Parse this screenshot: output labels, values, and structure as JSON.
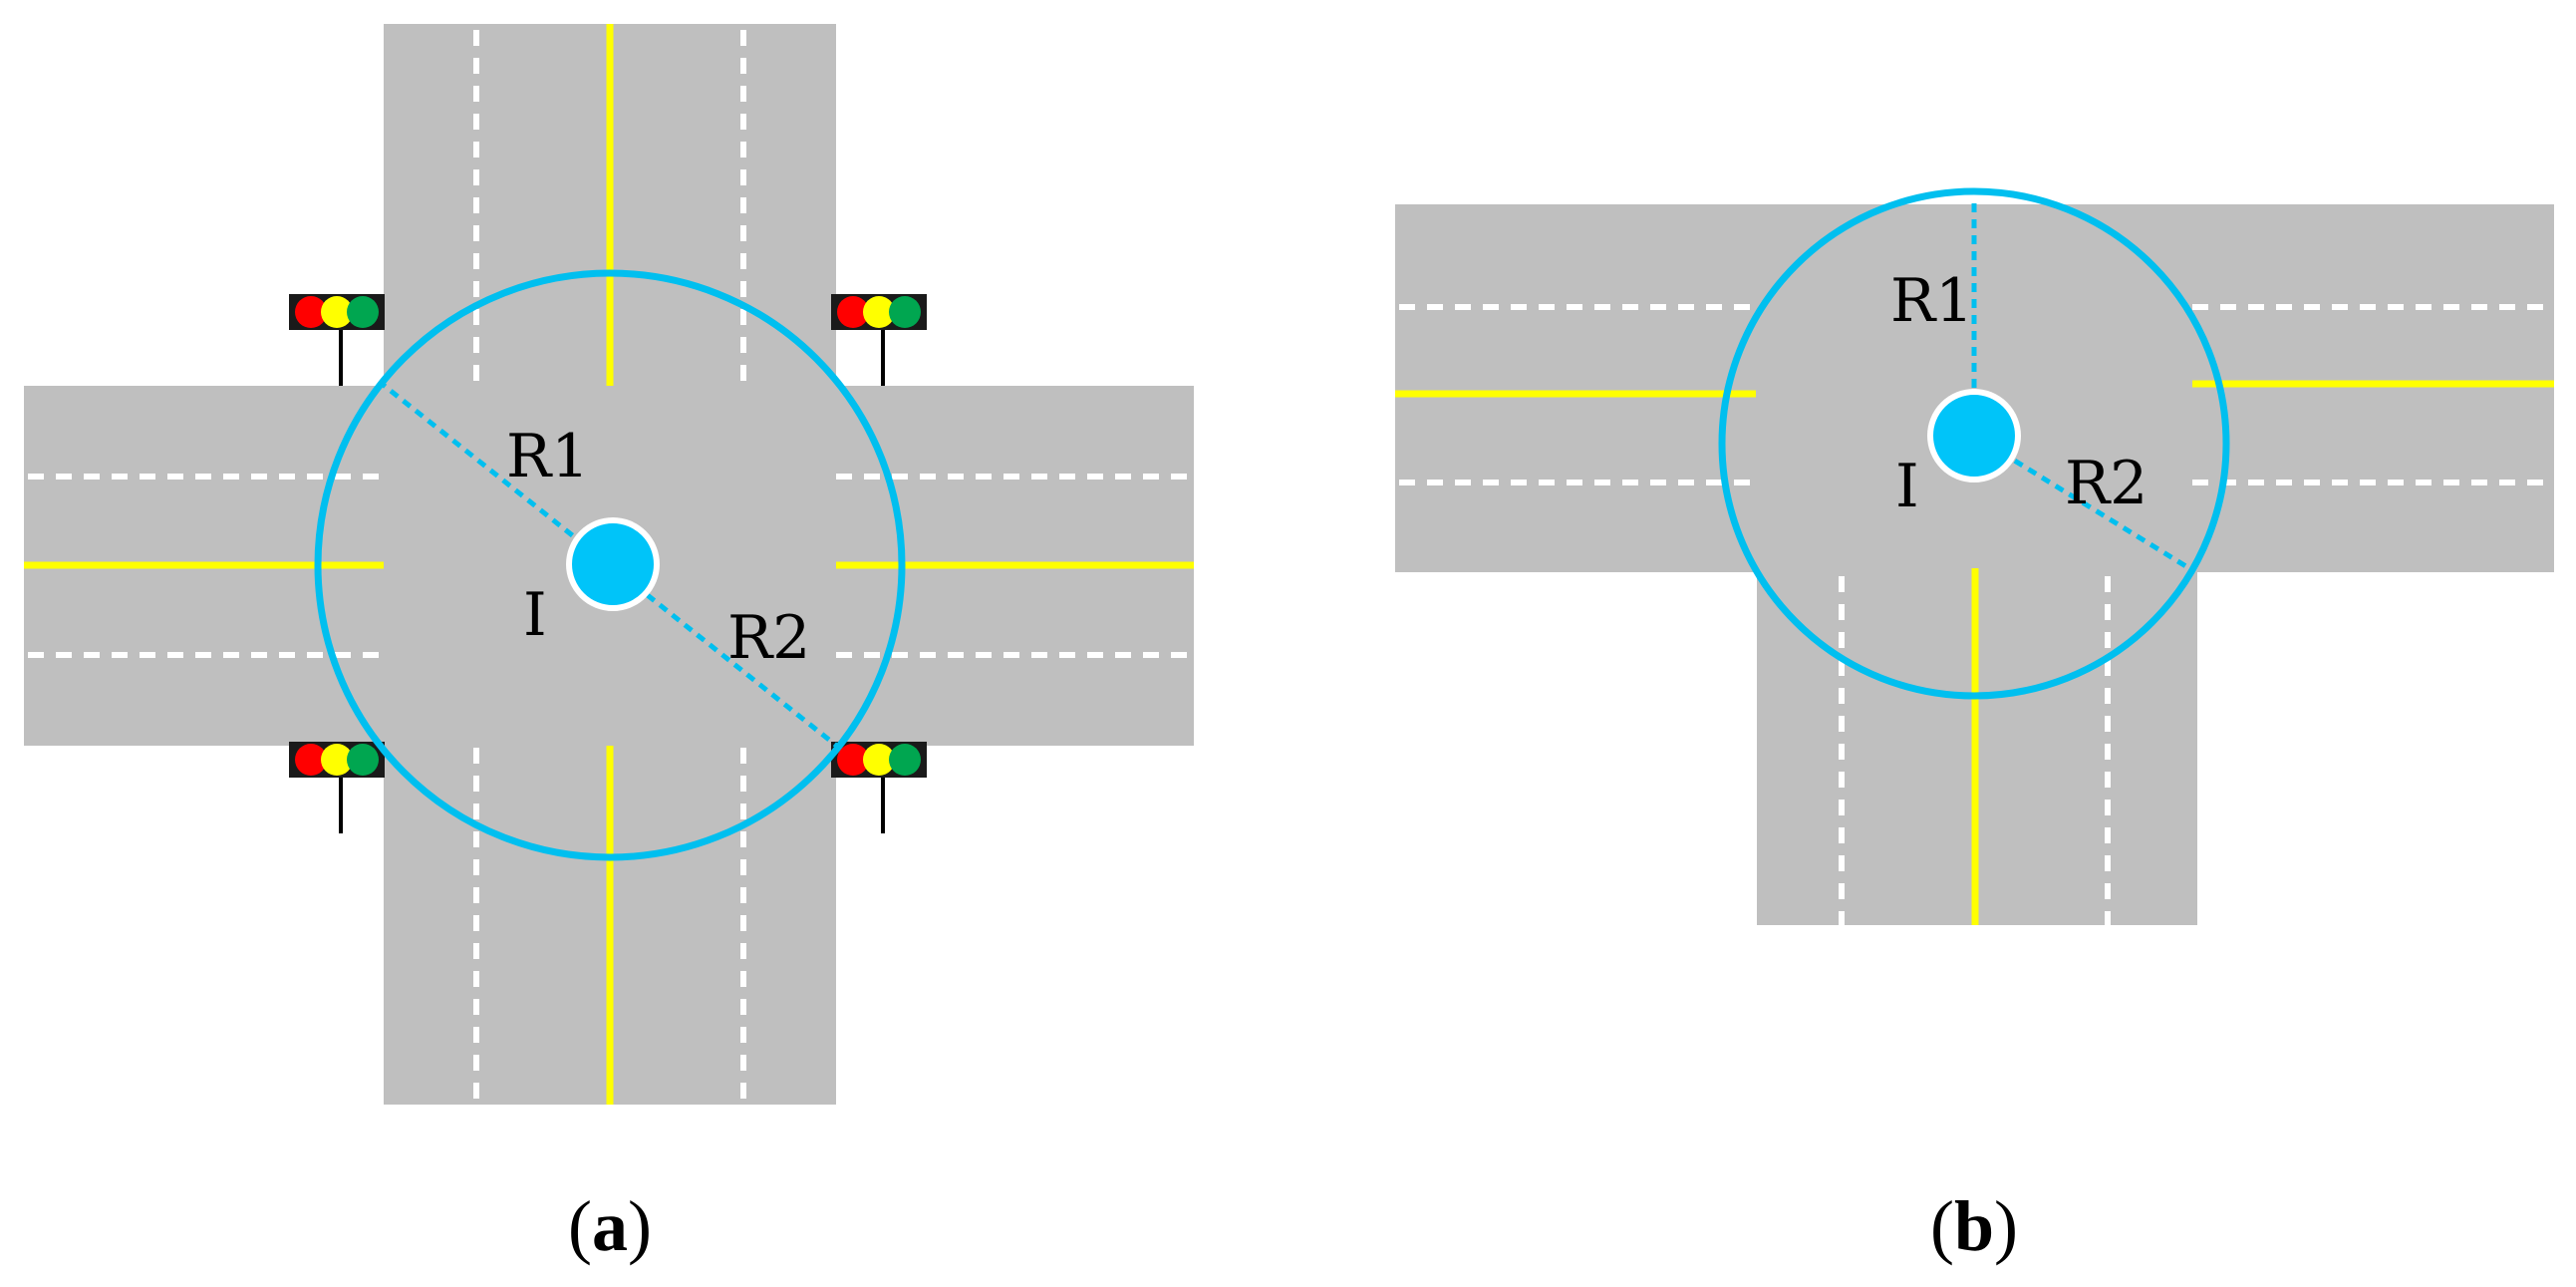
{
  "colors": {
    "road": "#bfbfbf",
    "center_line": "#ffff00",
    "lane_divider": "#ffffff",
    "radius_circle": "#00bfef",
    "node_fill": "#00c4f9",
    "node_stroke": "#ffffff",
    "light_housing": "#1a1a1a",
    "light_red": "#ff0000",
    "light_yellow": "#ffff00",
    "light_green": "#00a650"
  },
  "panel_a": {
    "caption": {
      "open": "(",
      "letter": "a",
      "close": ")"
    },
    "labels": {
      "r1": "R1",
      "r2": "R2",
      "node": "I"
    },
    "traffic_lights": 4
  },
  "panel_b": {
    "caption": {
      "open": "(",
      "letter": "b",
      "close": ")"
    },
    "labels": {
      "r1": "R1",
      "r2": "R2",
      "node": "I"
    }
  }
}
